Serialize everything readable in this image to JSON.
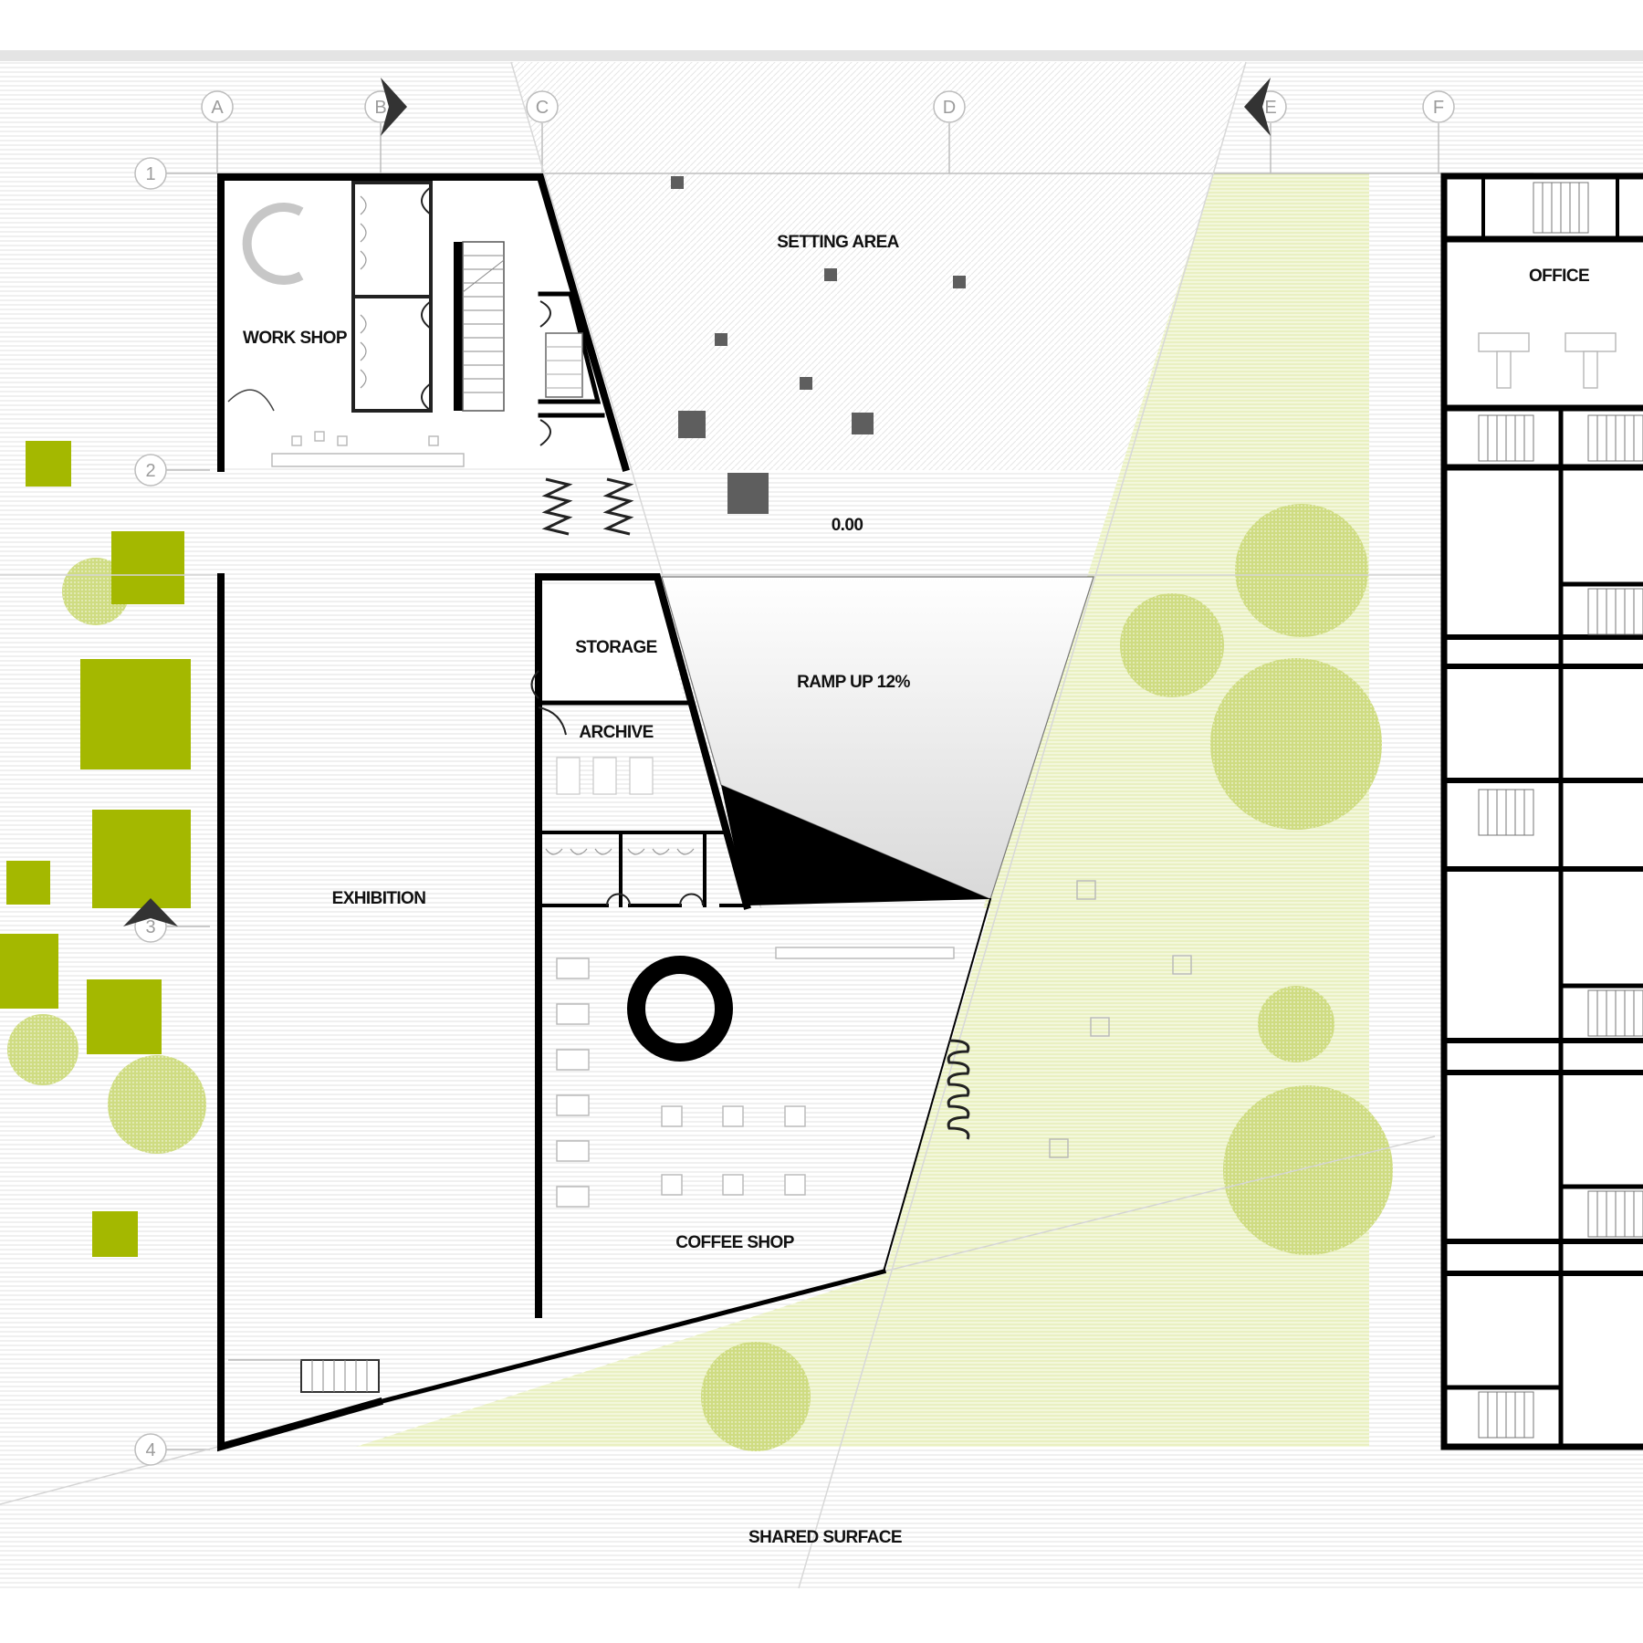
{
  "rooms": {
    "work_shop": "WORK SHOP",
    "setting_area": "SETTING AREA",
    "office": "OFFICE",
    "level": "0.00",
    "storage": "STORAGE",
    "archive": "ARCHIVE",
    "ramp": "RAMP UP 12%",
    "exhibition": "EXHIBITION",
    "coffee_shop": "COFFEE SHOP",
    "shared_surface": "SHARED SURFACE"
  },
  "grid": {
    "columns": [
      "A",
      "B",
      "C",
      "D",
      "E",
      "F"
    ],
    "rows": [
      "1",
      "2",
      "3",
      "4"
    ]
  },
  "colors": {
    "landscape_green": "#a4b800",
    "tree_green": "#c9d87a",
    "lawn_green": "#eef3cf",
    "paving_hatch": "#dcdcdc",
    "wall": "#000000",
    "column_grey": "#5e5e5e"
  }
}
